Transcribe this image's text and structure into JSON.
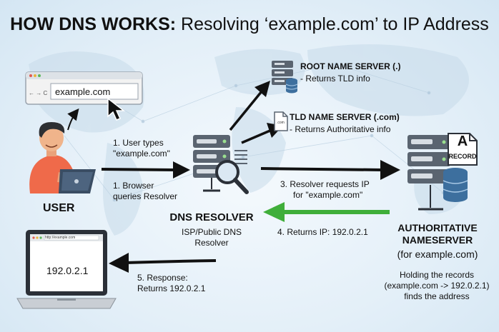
{
  "title": {
    "bold": "HOW DNS WORKS:",
    "rest": "Resolving ‘example.com’ to IP Address"
  },
  "browser": {
    "url": "example.com",
    "nav": "← → C"
  },
  "user": {
    "label": "USER"
  },
  "resolver": {
    "label": "DNS RESOLVER",
    "sub1": "ISP/Public DNS",
    "sub2": "Resolver"
  },
  "root": {
    "title": "ROOT NAME SERVER (.)",
    "desc": "- Returns TLD info"
  },
  "tld": {
    "title": "TLD NAME SERVER (.com)",
    "desc": "- Returns Authoritative info",
    "icon_text": ".com"
  },
  "auth": {
    "title1": "AUTHORITATIVE",
    "title2": "NAMESERVER",
    "sub": "(for example.com)",
    "note1": "Holding the records",
    "note2": "(example.com -> 192.0.2.1)",
    "note3": "finds the address"
  },
  "record": {
    "letter": "A",
    "word": "RECORD"
  },
  "steps": {
    "s1a": "1. User types",
    "s1b": "\"example.com\"",
    "s1c": "1. Browser",
    "s1d": "queries Resolver",
    "s3a": "3. Resolver requests IP",
    "s3b": "for \"example.com\"",
    "s4": "4. Returns IP: 192.0.2.1",
    "s5a": "5. Response:",
    "s5b": "Returns 192.0.2.1"
  },
  "laptop": {
    "url": "http://example.com",
    "ip": "192.0.2.1"
  },
  "colors": {
    "arrow": "#111111",
    "green": "#3fae3a",
    "shirt": "#ef6a4a",
    "server": "#5a6470",
    "db": "#3d6f9e"
  }
}
